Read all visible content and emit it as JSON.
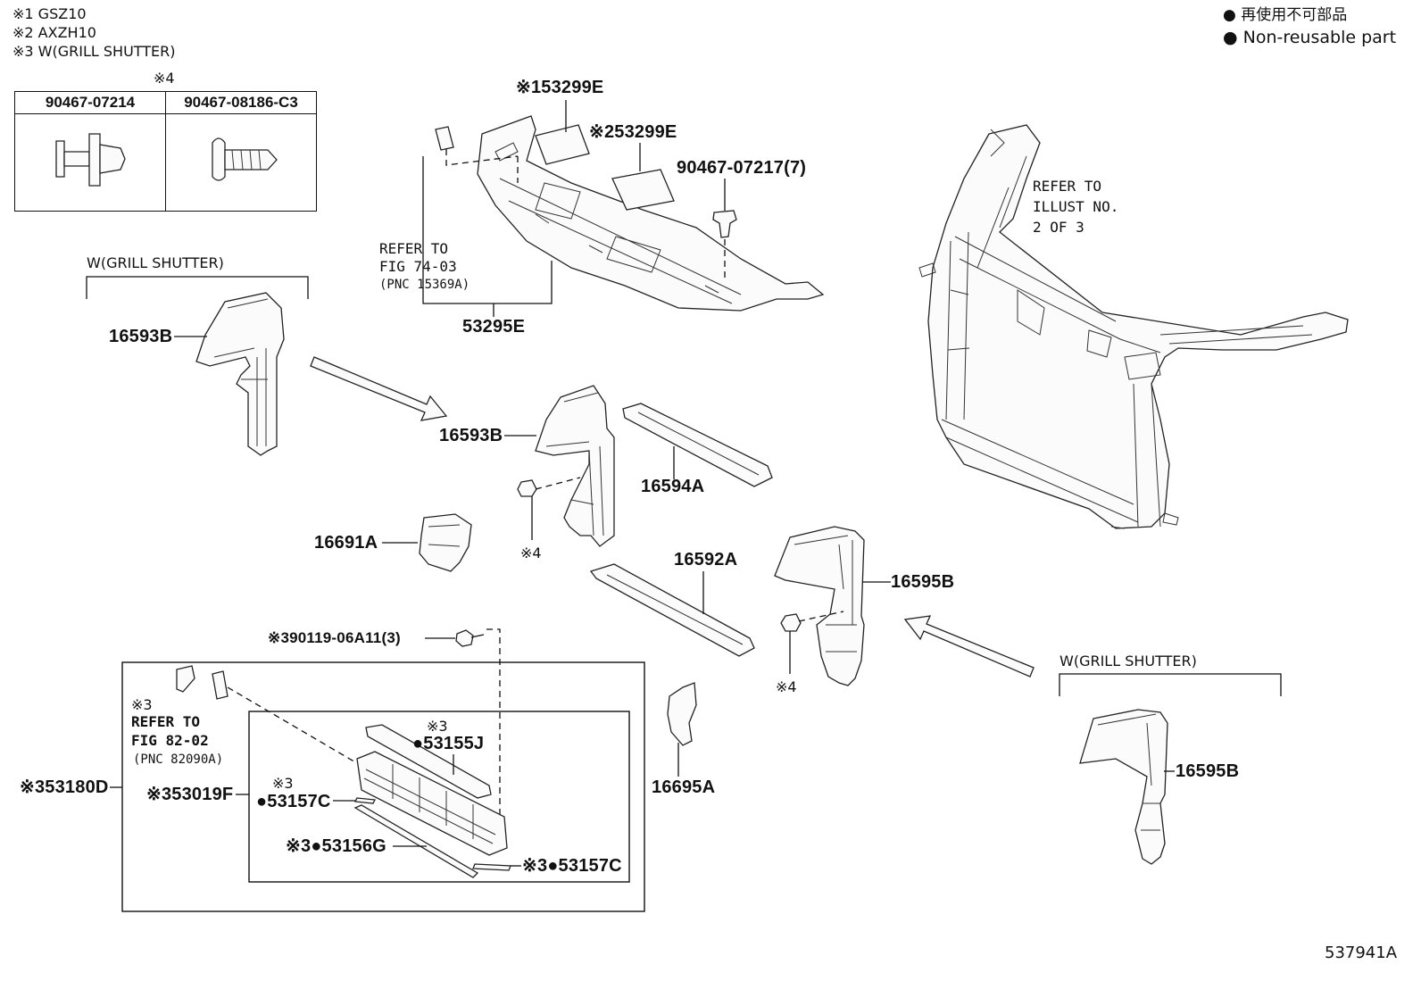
{
  "notes": {
    "n1": "※1 GSZ10",
    "n2": "※2 AXZH10",
    "n3": "※3 W(GRILL SHUTTER)",
    "n4": "※4"
  },
  "legend": {
    "jp": "● 再使用不可部品",
    "en": "● Non-reusable part"
  },
  "clip_table": {
    "col1": "90467-07214",
    "col2": "90467-08186-C3"
  },
  "labels": {
    "l_53299E_1": "※153299E",
    "l_53299E_2": "※253299E",
    "l_90467_07217": "90467-07217(7)",
    "l_53295E": "53295E",
    "l_refer74_a": "REFER TO",
    "l_refer74_b": "FIG 74-03",
    "l_refer74_c": "(PNC 15369A)",
    "l_wgs_left": "W(GRILL SHUTTER)",
    "l_16593B_a": "16593B",
    "l_16593B_b": "16593B",
    "l_16594A": "16594A",
    "l_x4_a": "※4",
    "l_16691A": "16691A",
    "l_16592A": "16592A",
    "l_16595B_a": "16595B",
    "l_x4_b": "※4",
    "l_refer_illust_a": "REFER TO",
    "l_refer_illust_b": "ILLUST NO.",
    "l_refer_illust_c": "2 OF 3",
    "l_90119": "※390119-06A11(3)",
    "l_x3_refer": "※3",
    "l_refer82_a": "REFER TO",
    "l_refer82_b": "FIG 82-02",
    "l_refer82_c": "(PNC 82090A)",
    "l_53155J_x": "※3",
    "l_53155J": "●53155J",
    "l_53157C_x": "※3",
    "l_53157C": "●53157C",
    "l_53180D": "※353180D",
    "l_53019F": "※353019F",
    "l_53156G": "※3●53156G",
    "l_53157C_b": "※3●53157C",
    "l_16695A": "16695A",
    "l_wgs_right": "W(GRILL SHUTTER)",
    "l_16595B_b": "16595B",
    "l_illus_no": "537941A"
  }
}
